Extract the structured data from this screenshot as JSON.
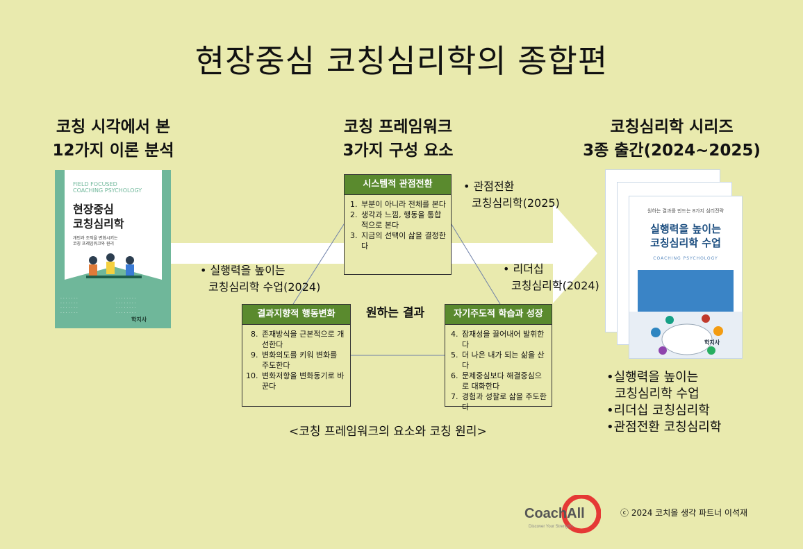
{
  "title": "현장중심 코칭심리학의 종합편",
  "left_head": [
    "코칭 시각에서 본",
    "12가지 이론 분석"
  ],
  "mid_head": [
    "코칭 프레임워크",
    "3가지 구성 요소"
  ],
  "right_head": [
    "코칭심리학 시리즈",
    "3종 출간(2024~2025)"
  ],
  "book_left": {
    "en_title": [
      "FIELD FOCUSED",
      "COACHING PSYCHOLOGY"
    ],
    "title": [
      "현장중심",
      "코칭심리학"
    ],
    "subtitle": [
      "개인과 조직을 변화시키는",
      "코칭 프레임워크와 원리"
    ],
    "publisher": "학지사"
  },
  "boxes": {
    "top": {
      "header": "시스템적 관점전환",
      "items": [
        "부분이 아니라 전체를 본다",
        "생각과 느낌, 행동을 통합적으로 본다",
        "지금의 선택이 삶을 결정한다"
      ],
      "start": 1
    },
    "left": {
      "header": "결과지향적 행동변화",
      "items": [
        "존재방식을 근본적으로 개선한다",
        "변화의도를 키워 변화를 주도한다",
        "변화저항을 변화동기로 바꾼다"
      ],
      "start": 8
    },
    "right": {
      "header": "자기주도적 학습과 성장",
      "items": [
        "잠재성을 끌어내어 발휘한다",
        "더 나은 내가 되는 삶을 산다",
        "문제중심보다 해결중심으로 대화한다",
        "경험과 성찰로 삶을 주도한다"
      ],
      "start": 4
    }
  },
  "center_label": "원하는 결과",
  "labels": {
    "top_right": [
      "• 관점전환",
      "코칭심리학(2025)"
    ],
    "left": [
      "• 실행력을 높이는",
      "코칭심리학 수업(2024)"
    ],
    "right": [
      "• 리더십",
      "코칭심리학(2024)"
    ]
  },
  "caption": "<코칭 프레임워크의 요소와 코칭 원리>",
  "book_right": {
    "tagline": "원하는 결과를 만드는 8가지 심리전략",
    "title1": "실행력을 높이는",
    "title2": "코칭심리학 수업",
    "en": "COACHING PSYCHOLOGY",
    "publisher": "학지사"
  },
  "series": [
    "•실행력을 높이는",
    "코칭심리학 수업",
    "•리더십 코칭심리학",
    "•관점전환 코칭심리학"
  ],
  "logo": {
    "name": "CoachAll",
    "tagline": "Discover Your Strengths"
  },
  "copyright": "ⓒ 2024 코치올 생각 파트너 이석재",
  "colors": {
    "background": "#e9eaae",
    "box_header": "#5a8a2e",
    "book_green": "#6fb79a",
    "logo_red": "#e53935"
  }
}
